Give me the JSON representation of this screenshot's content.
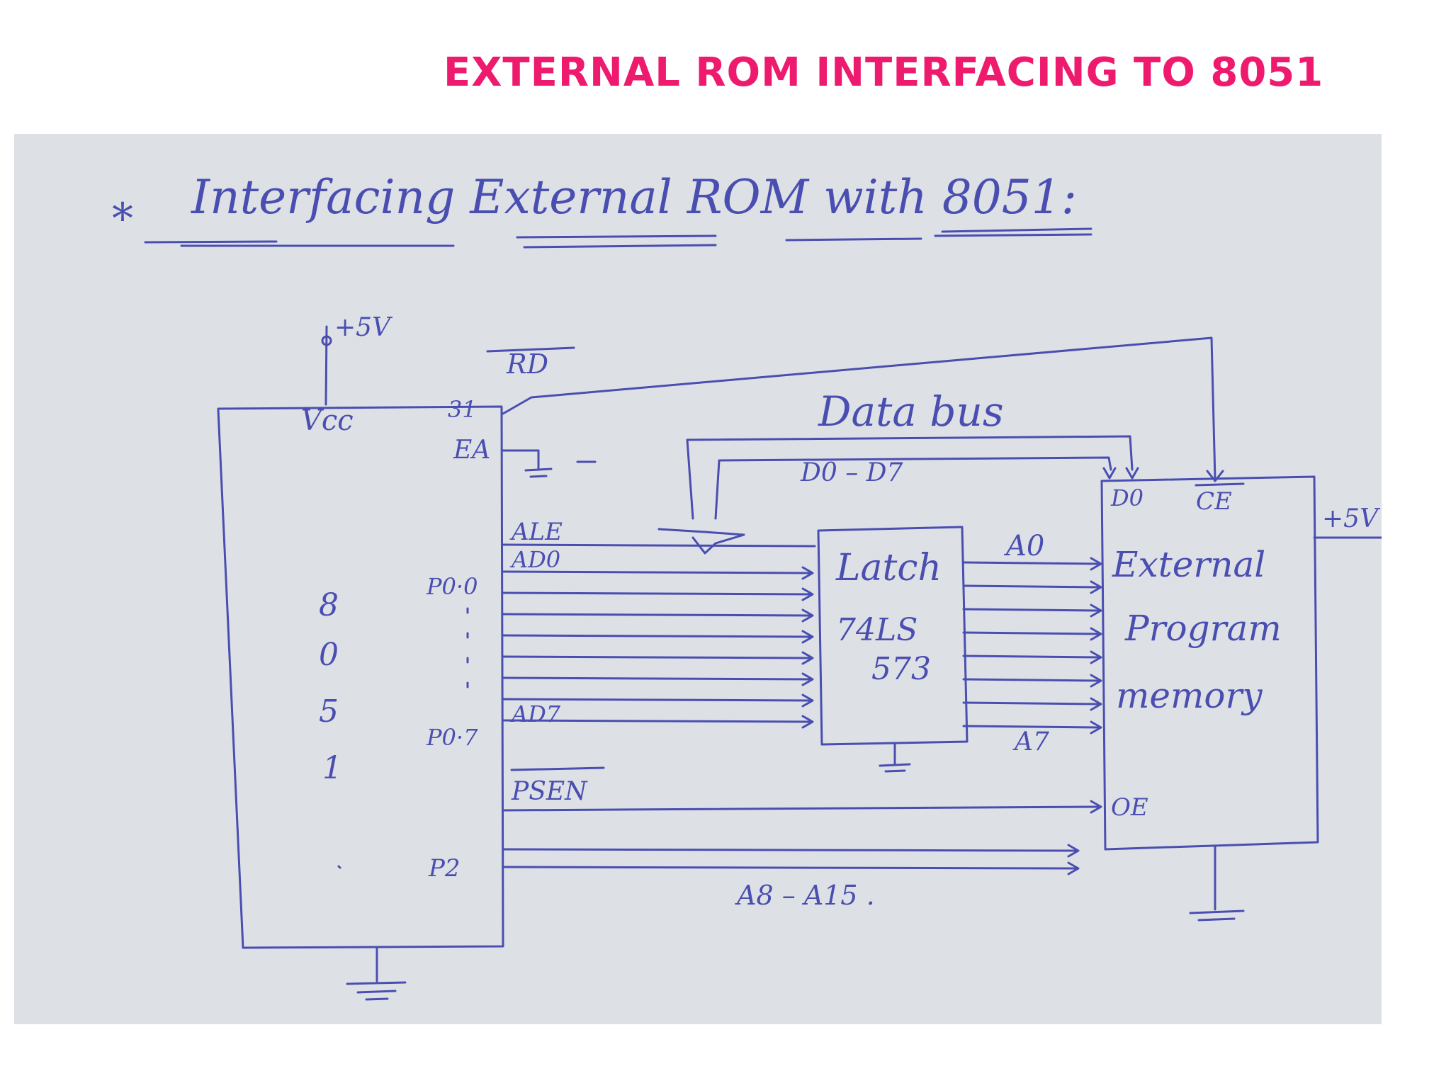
{
  "slide": {
    "title": "EXTERNAL ROM INTERFACING TO 8051",
    "title_color": "#ee1a6e"
  },
  "sketch": {
    "paper_color": "#dde1e6",
    "ink_color": "#4a4eb0",
    "heading": "Interfacing External ROM with 8051:",
    "heading_star": "*",
    "mcu": {
      "vcc_supply": "+5V",
      "vcc_label": "Vcc",
      "pin_31": "31",
      "rd_label": "RD",
      "ea_label": "EA",
      "ale_label": "ALE",
      "port0_first": "P0·0",
      "port0_last": "P0·7",
      "ad0_label": "AD0",
      "ad7_label": "AD7",
      "psen_label": "PSEN",
      "p2_label": "P2",
      "chip_name_chars": [
        "8",
        "0",
        "5",
        "1"
      ]
    },
    "bus": {
      "data_bus_label": "Data bus",
      "d_range": "D0 – D7",
      "addr_high": "A8 – A15 ."
    },
    "latch": {
      "name": "Latch",
      "part_top": "74LS",
      "part_bottom": "573",
      "a0_label": "A0",
      "a7_label": "A7"
    },
    "memory": {
      "d0_label": "D0",
      "ce_label": "CE",
      "oe_label": "OE",
      "supply": "+5V",
      "title_lines": [
        "External",
        "Program",
        "memory"
      ]
    }
  }
}
